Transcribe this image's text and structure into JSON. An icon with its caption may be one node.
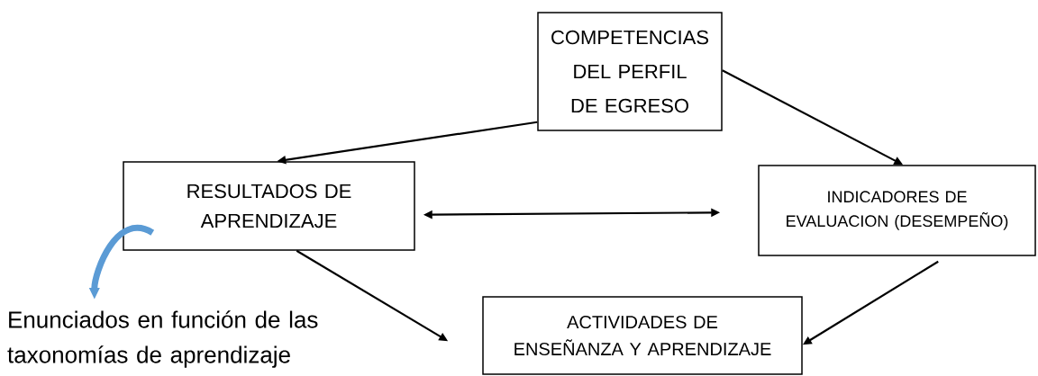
{
  "diagram": {
    "nodes": [
      {
        "text": [
          "COMPETENCIAS DEL PERFIL DE EGRESO"
        ]
      },
      {
        "text": [
          "RESULTADOS DE APRENDIZAJE"
        ]
      },
      {
        "text": [
          "INDICADORES DE EVALUACION (DESEMPEÑO)"
        ]
      },
      {
        "text": [
          "ACTIVIDADES DE ENSEÑANZA Y APRENDIZAJE"
        ]
      },
      {
        "text": [
          "Enunciados en función de las taxonomías de aprendizaje"
        ]
      }
    ],
    "edges": [
      {
        "from": 0,
        "to": 1,
        "arrow": "to"
      },
      {
        "from": 0,
        "to": 2,
        "arrow": "to"
      },
      {
        "from": 1,
        "to": 2,
        "arrow": "both"
      },
      {
        "from": 1,
        "to": 3,
        "arrow": "to"
      },
      {
        "from": 2,
        "to": 3,
        "arrow": "to"
      },
      {
        "from": 1,
        "to": 4,
        "arrow": "to",
        "style": "thick",
        "color": "#5b9bd5"
      }
    ]
  }
}
